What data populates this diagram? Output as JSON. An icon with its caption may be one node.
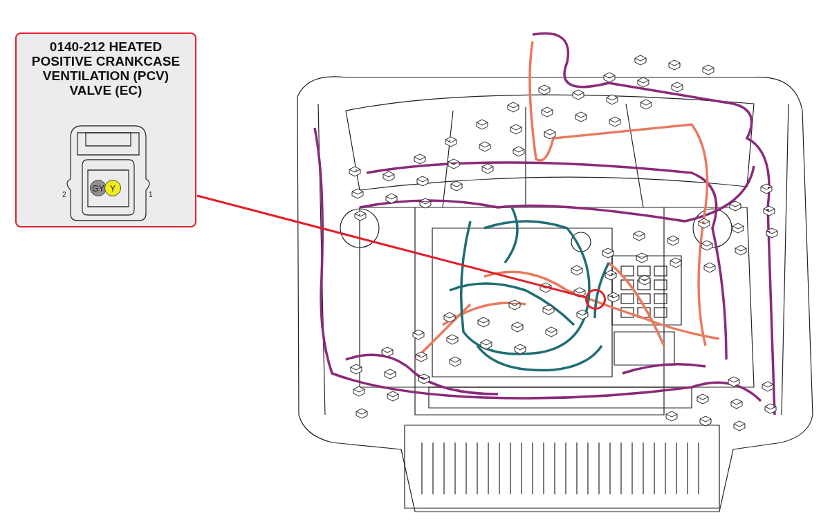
{
  "diagram": {
    "nodes": [
      {
        "text": [
          "0140-212 HEATED POSITIVE CRANKCASE VENTILATION (PCV) VALVE (EC)"
        ]
      },
      {
        "text": [],
        "shape": "circle"
      }
    ],
    "edges": [
      {
        "from": 0,
        "to": 1,
        "arrow": "none"
      }
    ],
    "labels": [
      "2",
      "GY",
      "Y",
      "1"
    ]
  }
}
